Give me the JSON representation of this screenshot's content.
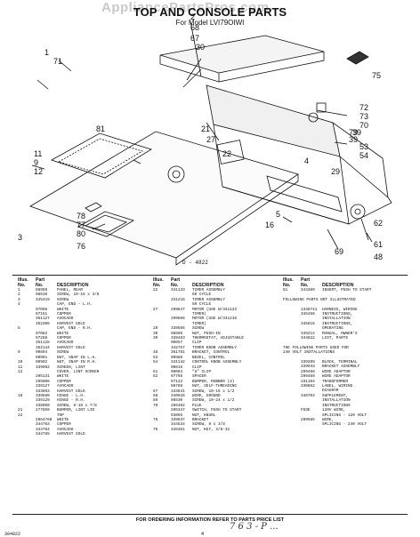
{
  "watermark": "AppliancePartsPros.com",
  "title": "TOP AND CONSOLE PARTS",
  "subtitle": "For Model LVI79OIWI",
  "drawing_code": "D - 4822",
  "callouts": [
    "1",
    "71",
    "2",
    "68",
    "67",
    "30",
    "75",
    "21",
    "72",
    "73",
    "70",
    "79",
    "81",
    "11",
    "9",
    "12",
    "39",
    "53",
    "54",
    "27",
    "22",
    "4",
    "29",
    "5",
    "16",
    "78",
    "77",
    "80",
    "76",
    "69",
    "62",
    "61",
    "48",
    "3",
    "39"
  ],
  "table": {
    "headers": {
      "illus": "Illus.\nNo.",
      "part": "Part\nNo.",
      "desc": "DESCRIPTION"
    },
    "col1": [
      [
        "1",
        "96959",
        "PANEL, REAR"
      ],
      [
        "2",
        "98610",
        "SCREW, 10-16 x 3/8"
      ],
      [
        "3",
        "345419",
        "SCREW"
      ],
      [
        "4",
        "",
        "CAP, END - L.H."
      ],
      [
        "",
        "97096",
        "WHITE"
      ],
      [
        "",
        "97151",
        "COPPER"
      ],
      [
        "",
        "351127",
        "AVOCADO"
      ],
      [
        "",
        "352306",
        "HARVEST GOLD"
      ],
      [
        "5",
        "",
        "CAP, END - R.H."
      ],
      [
        "",
        "97082",
        "WHITE"
      ],
      [
        "",
        "97288",
        "COPPER"
      ],
      [
        "",
        "351128",
        "AVOCADO"
      ],
      [
        "",
        "352144",
        "HARVEST GOLD"
      ],
      [
        "9",
        "90894",
        "SCREW"
      ],
      [
        "",
        "90991",
        "NUT, SNAP IN L.H."
      ],
      [
        "10",
        "90992",
        "NUT, SNAP IN R.H."
      ],
      [
        "11",
        "339092",
        "SCREEN, LINT"
      ],
      [
        "12",
        "",
        "COVER, LINT SCREEN"
      ],
      [
        "",
        "295131",
        "WHITE"
      ],
      [
        "",
        "295006",
        "COPPER"
      ],
      [
        "",
        "339127",
        "AVOCADO"
      ],
      [
        "",
        "343893",
        "HARVEST GOLD"
      ],
      [
        "16",
        "339680",
        "HINGE - L.H."
      ],
      [
        "",
        "339129",
        "HINGE - R.H."
      ],
      [
        "",
        "338060",
        "SCREW, 8-18 x 7/8"
      ],
      [
        "21",
        "277859",
        "BUMPER, LINT LID"
      ],
      [
        "22",
        "",
        "TOP"
      ],
      [
        "",
        "2964760",
        "WHITE"
      ],
      [
        "",
        "344763",
        "COPPER"
      ],
      [
        "",
        "344764",
        "AVOCADO"
      ],
      [
        "",
        "344765",
        "HARVEST GOLD"
      ]
    ],
    "col2": [
      [
        "22",
        "341133",
        "TIMER ASSEMBLY"
      ],
      [
        "",
        "",
        "60 CYCLE"
      ],
      [
        "",
        "341216",
        "TIMER ASSEMBLY"
      ],
      [
        "",
        "",
        "50 CYCLE"
      ],
      [
        "27",
        "299647",
        "MOTOR (USE W/341133"
      ],
      [
        "",
        "",
        "TIMER)"
      ],
      [
        "",
        "299666",
        "MOTOR (USE W/341216"
      ],
      [
        "",
        "",
        "TIMER)"
      ],
      [
        "29",
        "339556",
        "SCREW"
      ],
      [
        "30",
        "98695",
        "NUT, PUSH-IN"
      ],
      [
        "39",
        "339483",
        "THERMOSTAT, ADJUSTABLE"
      ],
      [
        "",
        "90657",
        "CLIP"
      ],
      [
        "",
        "342767",
        "TIMER KNOB ASSEMBLY"
      ],
      [
        "48",
        "351781",
        "BRACKET, CONTROL"
      ],
      [
        "53",
        "90880",
        "BEZEL, CONTROL"
      ],
      [
        "54",
        "341142",
        "CONTROL KNOB ASSEMBLY"
      ],
      [
        "",
        "90615",
        "CLIP"
      ],
      [
        "61",
        "98084",
        "\"U\" CLIP"
      ],
      [
        "62",
        "97765",
        "SPACER"
      ],
      [
        "",
        "97122",
        "BUMPER, RUBBER (3)"
      ],
      [
        "",
        "98788",
        "NUT, SELF-THREADING"
      ],
      [
        "67",
        "343641",
        "SCREW, 10-16 x 1/2"
      ],
      [
        "68",
        "340926",
        "WIRE, GROUND"
      ],
      [
        "69",
        "98530",
        "SCREW, 10-24 x 1/2"
      ],
      [
        "70",
        "296402",
        "PLUG"
      ],
      [
        "",
        "295347",
        "SWITCH, PUSH TO START"
      ],
      [
        "",
        "93065",
        "NUT, KNURL"
      ],
      [
        "75",
        "339637",
        "BRACKET"
      ],
      [
        "",
        "344534",
        "SCREW, 8 x 3/8"
      ],
      [
        "76",
        "345351",
        "NUT, KEY, 3/8-32"
      ]
    ],
    "col3_first": [
      "81",
      "344369",
      "INSERT, PUSH TO START"
    ],
    "col3_note1": "FOLLOWING PARTS NOT ILLUSTRATED",
    "col3_mid": [
      [
        "",
        "1348741",
        "HARNESS, WIRING"
      ],
      [
        "",
        "345456",
        "INSTRUCTIONS,"
      ],
      [
        "",
        "",
        "INSTALLATION"
      ],
      [
        "",
        "345816",
        "INSTRUCTIONS,"
      ],
      [
        "",
        "",
        "OPERATING"
      ],
      [
        "",
        "345214",
        "MANUAL, OWNER'S"
      ],
      [
        "",
        "344822",
        "LIST, PARTS"
      ]
    ],
    "col3_note2": "THE FOLLOWING PARTS USED FOR",
    "col3_note3": "240 VOLT INSTALLATIONS",
    "col3_end": [
      [
        "",
        "339209",
        "BLOCK, TERMINAL"
      ],
      [
        "",
        "339933",
        "BRACKET ASSEMBLY"
      ],
      [
        "",
        "299468",
        "WIRE ADAPTOR"
      ],
      [
        "",
        "299469",
        "WIRE ADAPTOR"
      ],
      [
        "",
        "331104",
        "TRANSFORMER"
      ],
      [
        "",
        "330852",
        "LABEL, WIRING"
      ],
      [
        "",
        "",
        "DIAGRAM"
      ],
      [
        "",
        "340704",
        "SUPPLEMENT,"
      ],
      [
        "",
        "",
        "INSTALLATION"
      ],
      [
        "",
        "",
        "INSTRUCTIONS"
      ],
      [
        "",
        "FUSE",
        "120V WIRE,"
      ],
      [
        "",
        "",
        "SPLICING - 120 VOLT"
      ],
      [
        "",
        "299565",
        "WIRE,"
      ],
      [
        "",
        "",
        "SPLICING - 240 VOLT"
      ]
    ]
  },
  "footer": "FOR ORDERING INFORMATION REFER TO PARTS PRICE LIST",
  "doc_no": "304822",
  "page_no": "4",
  "handwritten": "7 6 3 - P ..."
}
